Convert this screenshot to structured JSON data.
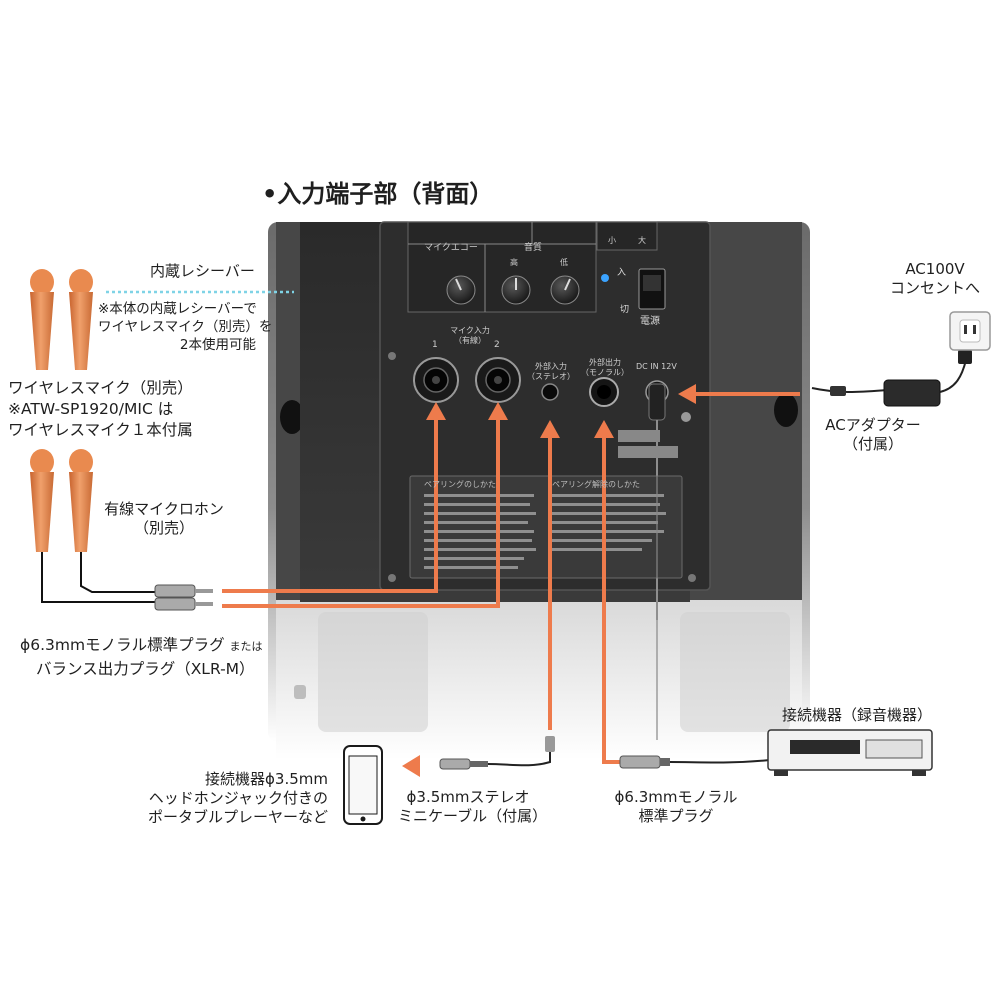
{
  "header": {
    "title": "•入力端子部（背面）"
  },
  "receiver": {
    "label": "内蔵レシーバー",
    "note_lines": [
      "※本体の内蔵レシーバーで",
      "ワイヤレスマイク（別売）を",
      "2本使用可能"
    ]
  },
  "wireless_mic": {
    "label_lines": [
      "ワイヤレスマイク（別売）",
      "※ATW-SP1920/MIC は",
      "ワイヤレスマイク１本付属"
    ]
  },
  "wired_mic": {
    "label_lines": [
      "有線マイクロホン",
      "（別売）"
    ]
  },
  "plug_note": {
    "line1": "ϕ6.3mmモノラル標準プラグ",
    "line1_small": "または",
    "line2": "バランス出力プラグ（XLR-M）"
  },
  "ac": {
    "outlet_lines": [
      "AC100V",
      "コンセントへ"
    ],
    "adapter_lines": [
      "ACアダプター",
      "（付属）"
    ]
  },
  "recorder": {
    "label": "接続機器（録音機器）"
  },
  "phone_device": {
    "label_lines": [
      "接続機器ϕ3.5mm",
      "ヘッドホンジャック付きの",
      "ポータブルプレーヤーなど"
    ]
  },
  "mini_cable": {
    "label_lines": [
      "ϕ3.5mmステレオ",
      "ミニケーブル（付属）"
    ]
  },
  "mono_plug": {
    "label_lines": [
      "ϕ6.3mmモノラル",
      "標準プラグ"
    ]
  },
  "panel": {
    "knob_labels": {
      "mic_echo": "マイクエコー",
      "tone": "音質",
      "tone_high": "高",
      "tone_low": "低",
      "small": "小",
      "large": "大"
    },
    "power_on": "入",
    "power_off": "切",
    "power_label": "電源",
    "mic_input_lines": [
      "マイク入力",
      "（有線）"
    ],
    "mic1": "1",
    "mic2": "2",
    "ext_stereo_lines": [
      "外部入力",
      "（ステレオ）"
    ],
    "ext_mono_lines": [
      "外部出力",
      "（モノラル）"
    ],
    "dc_in": "DC IN 12V",
    "pairing_left": "ペアリングのしかた",
    "pairing_right": "ペアリング解除のしかた"
  },
  "colors": {
    "accent": "#ee7b4c",
    "mic_orange": "#e98a4f",
    "panel": "#2e2e2e",
    "cyan": "#7fd3e6"
  }
}
